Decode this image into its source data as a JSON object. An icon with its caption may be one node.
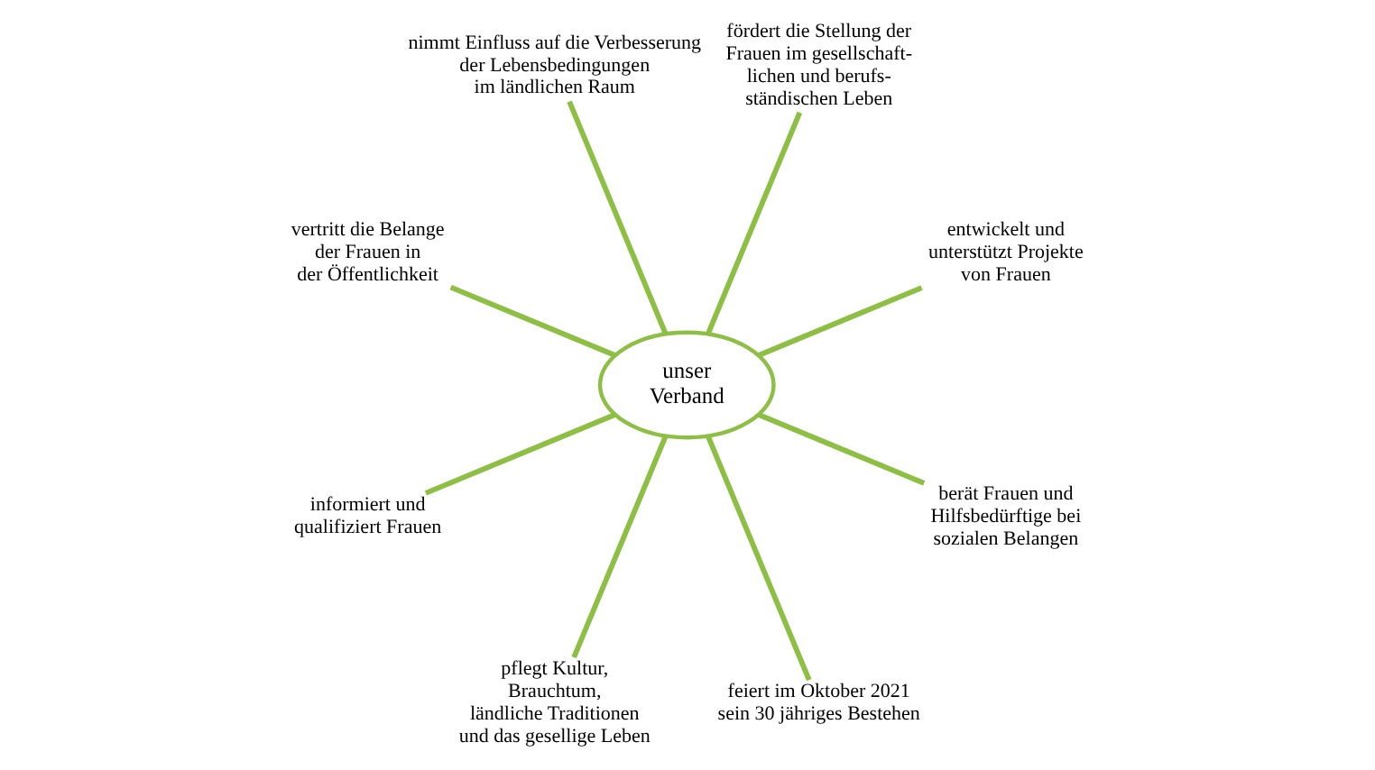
{
  "diagram": {
    "nodes": [
      {
        "text": [
          "nimmt Einfluss auf die Verbesserung der Lebensbedingungen im ländlichen Raum"
        ]
      },
      {
        "text": [
          "vertritt die Belange der Frauen in der Öffentlichkeit"
        ]
      },
      {
        "text": [
          "fördert die Stellung der Frauen im gesellschaft- lichen und berufs- ständischen Leben"
        ]
      },
      {
        "text": [
          "informiert und qualifiziert Frauen"
        ]
      },
      {
        "text": [
          "unser Verband"
        ]
      },
      {
        "text": [
          "entwickelt und unterstützt Projekte von Frauen"
        ]
      },
      {
        "text": [
          "pflegt Kultur, Brauchtum, ländliche Traditionen und das gesellige Leben"
        ]
      },
      {
        "text": [
          "berät Frauen und Hilfsbedürftige bei sozialen Belangen"
        ]
      },
      {
        "text": [
          "feiert im Oktober 2021 sein 30 jähriges Bestehen"
        ]
      }
    ],
    "edges": [
      {
        "from": 4,
        "to": 0,
        "arrow": "none"
      },
      {
        "from": 4,
        "to": 2,
        "arrow": "none"
      },
      {
        "from": 4,
        "to": 5,
        "arrow": "none"
      },
      {
        "from": 4,
        "to": 7,
        "arrow": "none"
      },
      {
        "from": 4,
        "to": 8,
        "arrow": "none"
      },
      {
        "from": 4,
        "to": 6,
        "arrow": "none"
      },
      {
        "from": 4,
        "to": 3,
        "arrow": "none"
      },
      {
        "from": 4,
        "to": 1,
        "arrow": "none"
      }
    ]
  }
}
